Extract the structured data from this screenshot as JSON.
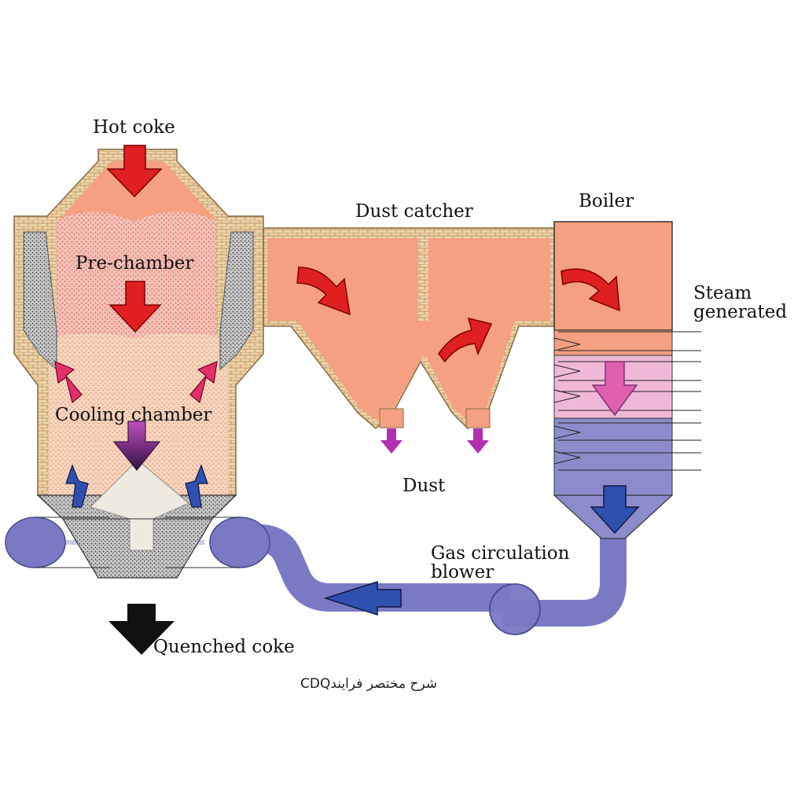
{
  "labels": {
    "hot_coke": "Hot coke",
    "pre_chamber": "Pre-chamber",
    "cooling_chamber": "Cooling chamber",
    "dust_catcher": "Dust catcher",
    "boiler": "Boiler",
    "steam_line1": "Steam",
    "steam_line2": "generated",
    "dust": "Dust",
    "blower_line1": "Gas circulation",
    "blower_line2": "blower",
    "quenched_coke": "Quenched coke"
  },
  "caption": "شرح مختصر فرایندCDQ",
  "colors": {
    "hot_gas": "#f5a080",
    "pre_chamber": "#f2b8a8",
    "cooling_chamber": "#f8cfb8",
    "brick": "#e8cca0",
    "pink_zone": "#f0b8d8",
    "blue_zone": "#8c8ccc",
    "duct": "#7a7ac4",
    "red_arrow": "#e02020",
    "pink_arrow": "#e0306a",
    "purple_arrow": "#b030b0",
    "blue_arrow": "#3050b0",
    "black_arrow": "#111111"
  },
  "icons": [
    "red-flow-arrow",
    "pink-flow-arrow",
    "purple-flow-arrow",
    "blue-flow-arrow",
    "black-output-arrow"
  ]
}
